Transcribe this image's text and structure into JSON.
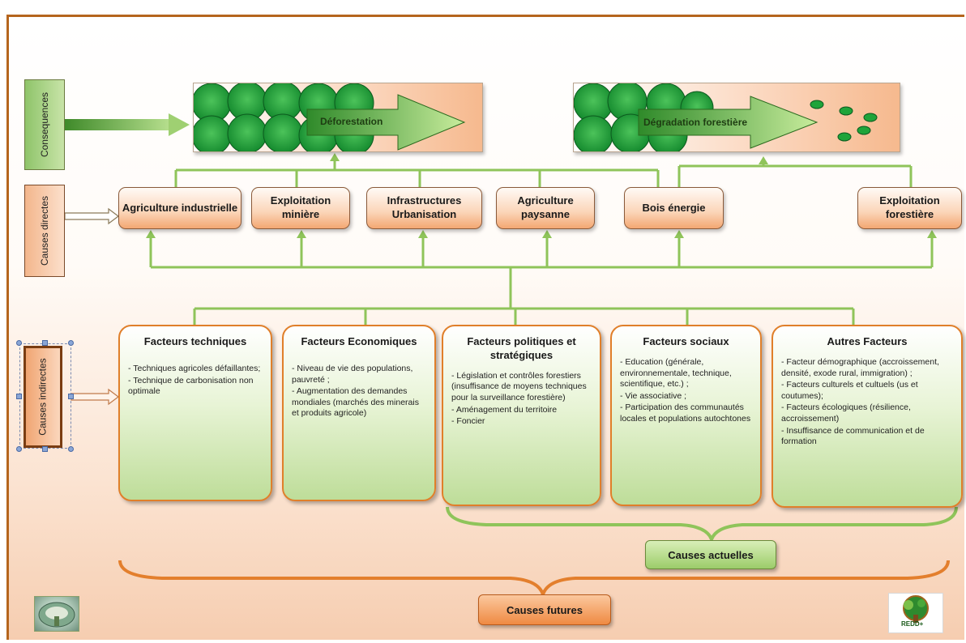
{
  "side_labels": {
    "consequences": "Consequences",
    "directes": "Causes directes",
    "indirectes": "Causes indirectes"
  },
  "consequences": {
    "deforestation": "Déforestation",
    "degradation": "Dégradation forestière"
  },
  "direct_causes": [
    "Agriculture industrielle",
    "Exploitation minière",
    "Infrastructures Urbanisation",
    "Agriculture paysanne",
    "Bois énergie",
    "Exploitation forestière"
  ],
  "indirect_factors": [
    {
      "title": "Facteurs techniques",
      "items": [
        "- Techniques agricoles défaillantes;",
        "- Technique de carbonisation non optimale"
      ]
    },
    {
      "title": "Facteurs Economiques",
      "items": [
        "- Niveau de vie des populations, pauvreté ;",
        "- Augmentation des demandes mondiales (marchés des minerais et produits agricole)"
      ]
    },
    {
      "title": "Facteurs politiques et stratégiques",
      "items": [
        "- Législation et contrôles forestiers (insuffisance de moyens techniques pour la surveillance forestière)",
        "- Aménagement du territoire",
        "- Foncier"
      ]
    },
    {
      "title": "Facteurs sociaux",
      "items": [
        "- Education (générale, environnementale, technique, scientifique, etc.) ;",
        "- Vie associative ;",
        "- Participation des communautés locales et populations autochtones"
      ]
    },
    {
      "title": "Autres Facteurs",
      "items": [
        "- Facteur démographique (accroissement, densité, exode rural, immigration) ;",
        "- Facteurs culturels et cultuels (us et coutumes);",
        "- Facteurs écologiques (résilience, accroissement)",
        "- Insuffisance de communication et de formation"
      ]
    }
  ],
  "groups": {
    "actuelles": "Causes actuelles",
    "futures": "Causes futures"
  },
  "logos": {
    "redd": "REDD+"
  },
  "colors": {
    "frame": "#b5651d",
    "arrow_green": "#8fc45a",
    "forest_green": "#1fa43a",
    "box_orange_border": "#e07f2a"
  }
}
